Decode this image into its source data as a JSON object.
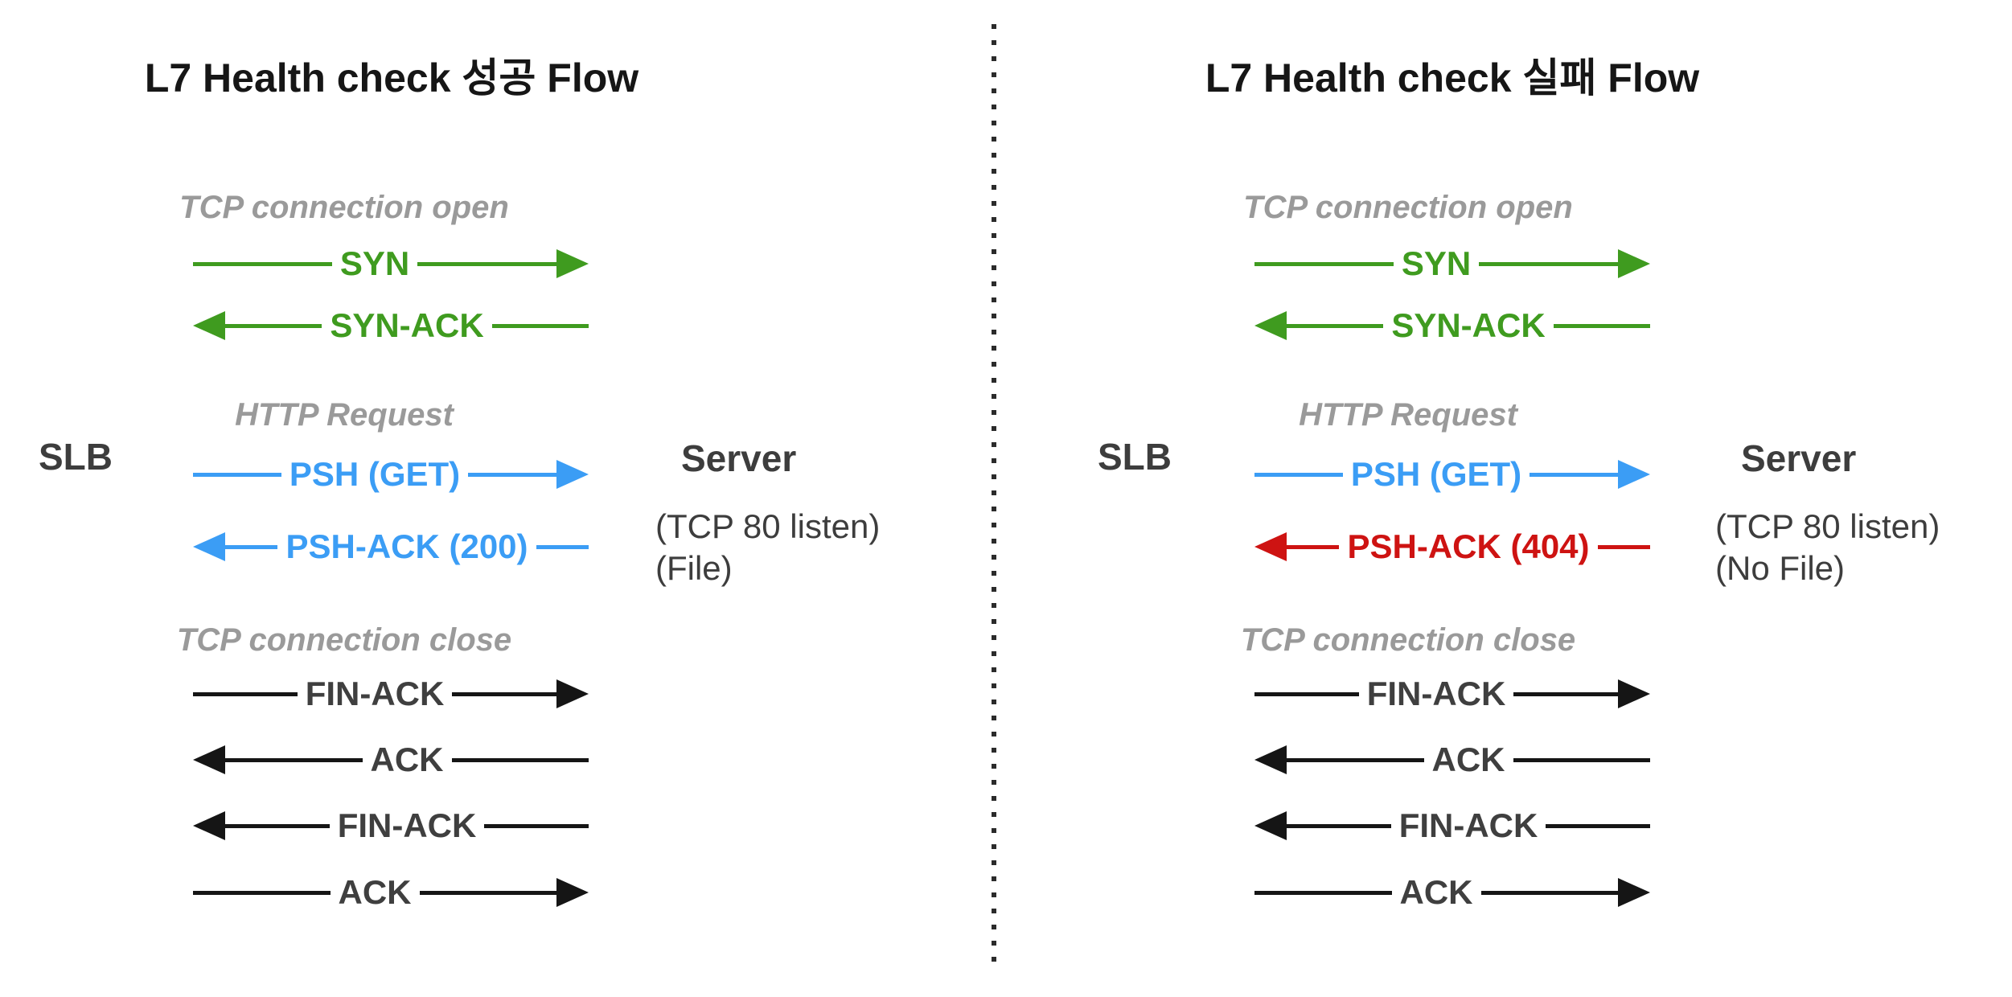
{
  "colors": {
    "green": "#3f9b1f",
    "blue": "#3b9df5",
    "red": "#ce1312",
    "black_line": "#151515",
    "dark_text": "#3d3d3d",
    "section_label_gray": "#9a9a9a"
  },
  "divider": {
    "style": "dotted-vertical"
  },
  "panels": [
    {
      "title": "L7 Health check 성공 Flow",
      "left_actor": "SLB",
      "right_actor": {
        "name": "Server",
        "notes": [
          "(TCP 80 listen)",
          "(File)"
        ]
      },
      "sections": [
        {
          "label": "TCP connection open"
        },
        {
          "label": "HTTP Request"
        },
        {
          "label": "TCP connection close"
        }
      ],
      "arrows": [
        {
          "label": "SYN",
          "direction": "right",
          "color": "#3f9b1f"
        },
        {
          "label": "SYN-ACK",
          "direction": "left",
          "color": "#3f9b1f"
        },
        {
          "label": "PSH (GET)",
          "direction": "right",
          "color": "#3b9df5"
        },
        {
          "label": "PSH-ACK (200)",
          "direction": "left",
          "color": "#3b9df5"
        },
        {
          "label": "FIN-ACK",
          "direction": "right",
          "color": "#151515"
        },
        {
          "label": "ACK",
          "direction": "left",
          "color": "#151515"
        },
        {
          "label": "FIN-ACK",
          "direction": "left",
          "color": "#151515"
        },
        {
          "label": "ACK",
          "direction": "right",
          "color": "#151515"
        }
      ]
    },
    {
      "title": "L7 Health check 실패 Flow",
      "left_actor": "SLB",
      "right_actor": {
        "name": "Server",
        "notes": [
          "(TCP 80 listen)",
          "(No File)"
        ]
      },
      "sections": [
        {
          "label": "TCP connection open"
        },
        {
          "label": "HTTP Request"
        },
        {
          "label": "TCP connection close"
        }
      ],
      "arrows": [
        {
          "label": "SYN",
          "direction": "right",
          "color": "#3f9b1f"
        },
        {
          "label": "SYN-ACK",
          "direction": "left",
          "color": "#3f9b1f"
        },
        {
          "label": "PSH (GET)",
          "direction": "right",
          "color": "#3b9df5"
        },
        {
          "label": "PSH-ACK (404)",
          "direction": "left",
          "color": "#ce1312"
        },
        {
          "label": "FIN-ACK",
          "direction": "right",
          "color": "#151515"
        },
        {
          "label": "ACK",
          "direction": "left",
          "color": "#151515"
        },
        {
          "label": "FIN-ACK",
          "direction": "left",
          "color": "#151515"
        },
        {
          "label": "ACK",
          "direction": "right",
          "color": "#151515"
        }
      ]
    }
  ]
}
